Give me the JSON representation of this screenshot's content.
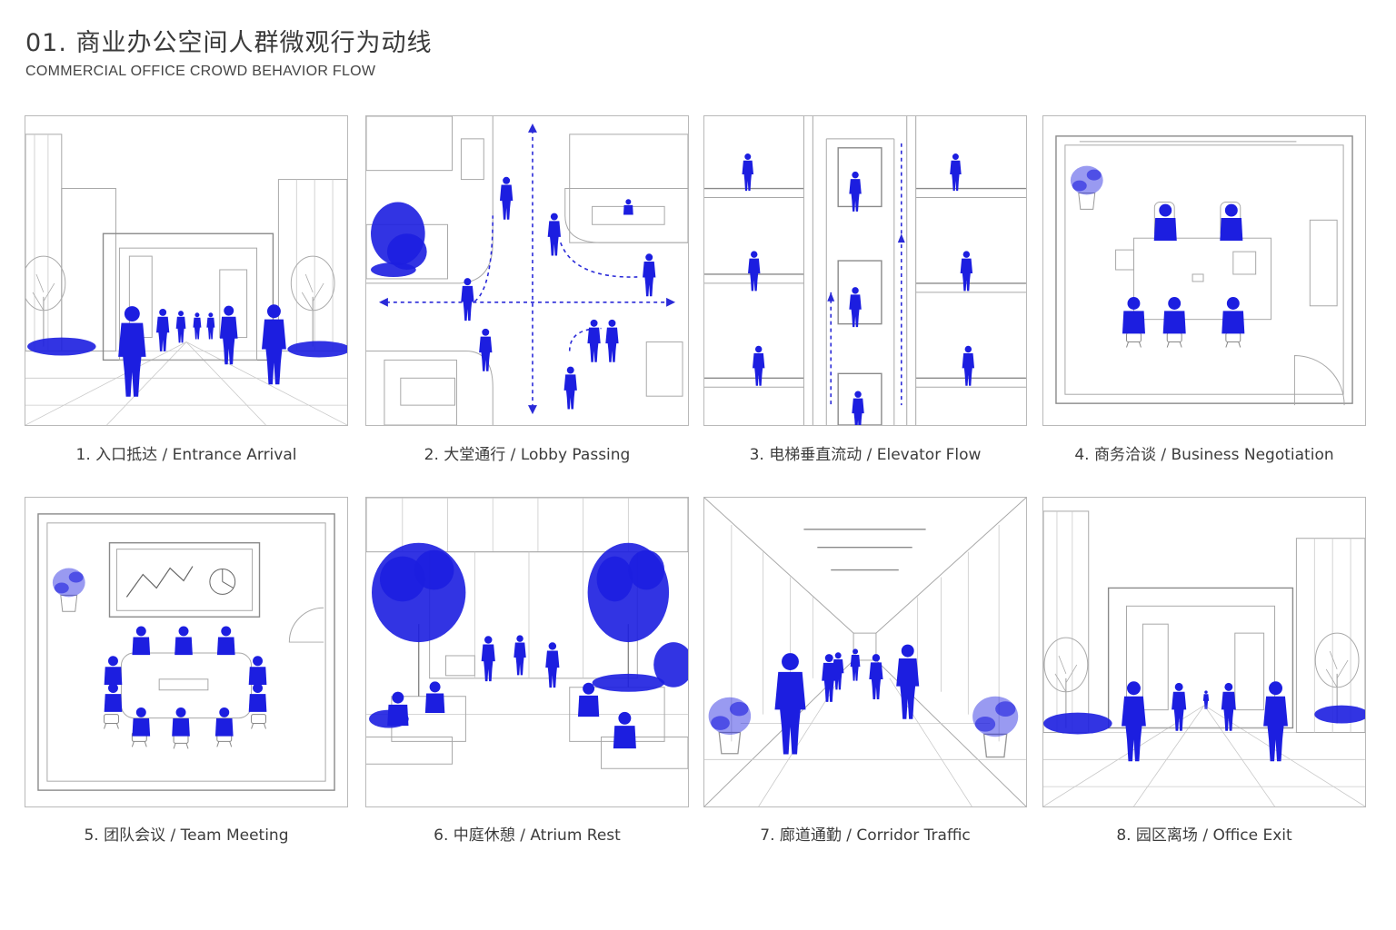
{
  "title": {
    "main": "01. 商业办公空间人群微观行为动线",
    "sub": "COMMERCIAL OFFICE CROWD BEHAVIOR FLOW"
  },
  "accent_color": "#1c1ee0",
  "panels": [
    {
      "caption": "1. 入口抵达 / Entrance Arrival"
    },
    {
      "caption": "2. 大堂通行 / Lobby Passing"
    },
    {
      "caption": "3. 电梯垂直流动 / Elevator Flow"
    },
    {
      "caption": "4. 商务洽谈 / Business Negotiation"
    },
    {
      "caption": "5. 团队会议 / Team Meeting"
    },
    {
      "caption": "6. 中庭休憩 / Atrium Rest"
    },
    {
      "caption": "7. 廊道通勤 / Corridor Traffic"
    },
    {
      "caption": "8. 园区离场 / Office Exit"
    }
  ]
}
